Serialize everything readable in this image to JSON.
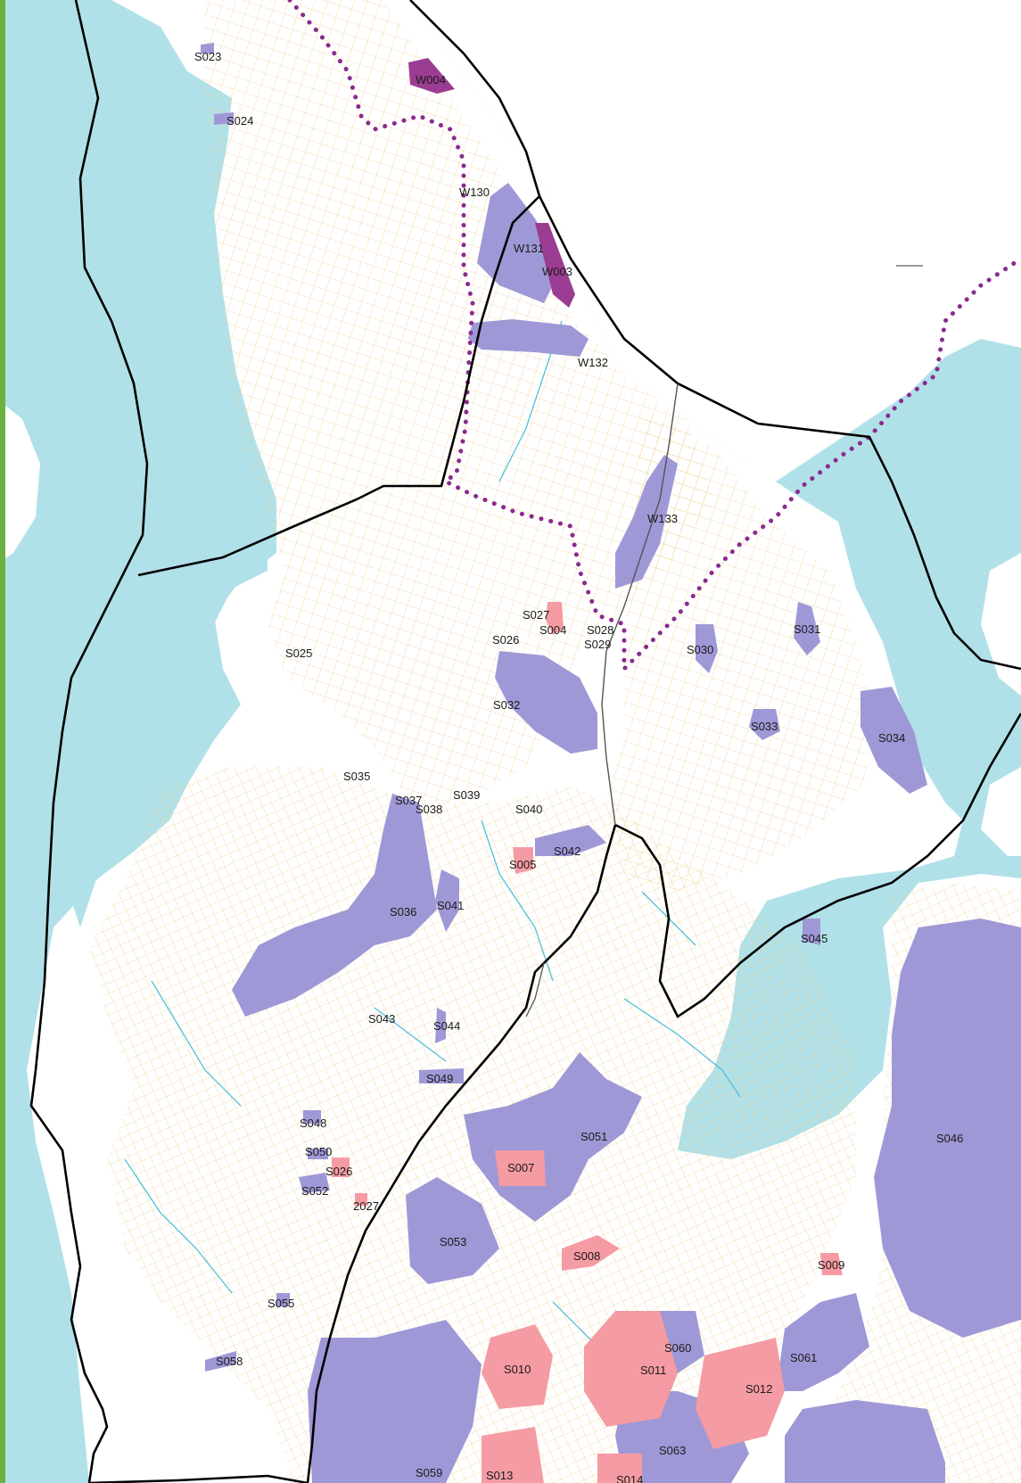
{
  "colors": {
    "water": "#b1e1e8",
    "land": "#ffffff",
    "roads": "#f0cd8c",
    "roads_dark": "#e2b56a",
    "streams": "#4fc1da",
    "boundary": "#000000",
    "ward_line": "#8a2a8f",
    "railway": "#555555",
    "site_purple": "#9f98d6",
    "site_pink": "#f59ba3",
    "site_magenta": "#9a3d92",
    "frame_edge": "#6ab13f"
  },
  "site_labels": [
    "S023",
    "S024",
    "W004",
    "W130",
    "W131",
    "W003",
    "W132",
    "W133",
    "S027",
    "S004",
    "S028",
    "S029",
    "S026",
    "S030",
    "S031",
    "S025",
    "S032",
    "S033",
    "S034",
    "S035",
    "S037",
    "S038",
    "S039",
    "S040",
    "S042",
    "S005",
    "S036",
    "S041",
    "S045",
    "S043",
    "S044",
    "S049",
    "S046",
    "S051",
    "S048",
    "S050",
    "S026",
    "S052",
    "2027",
    "S007",
    "S053",
    "S008",
    "S009",
    "S055",
    "S060",
    "S058",
    "S010",
    "S011",
    "S061",
    "S012",
    "S063",
    "S059",
    "S013",
    "S014"
  ]
}
